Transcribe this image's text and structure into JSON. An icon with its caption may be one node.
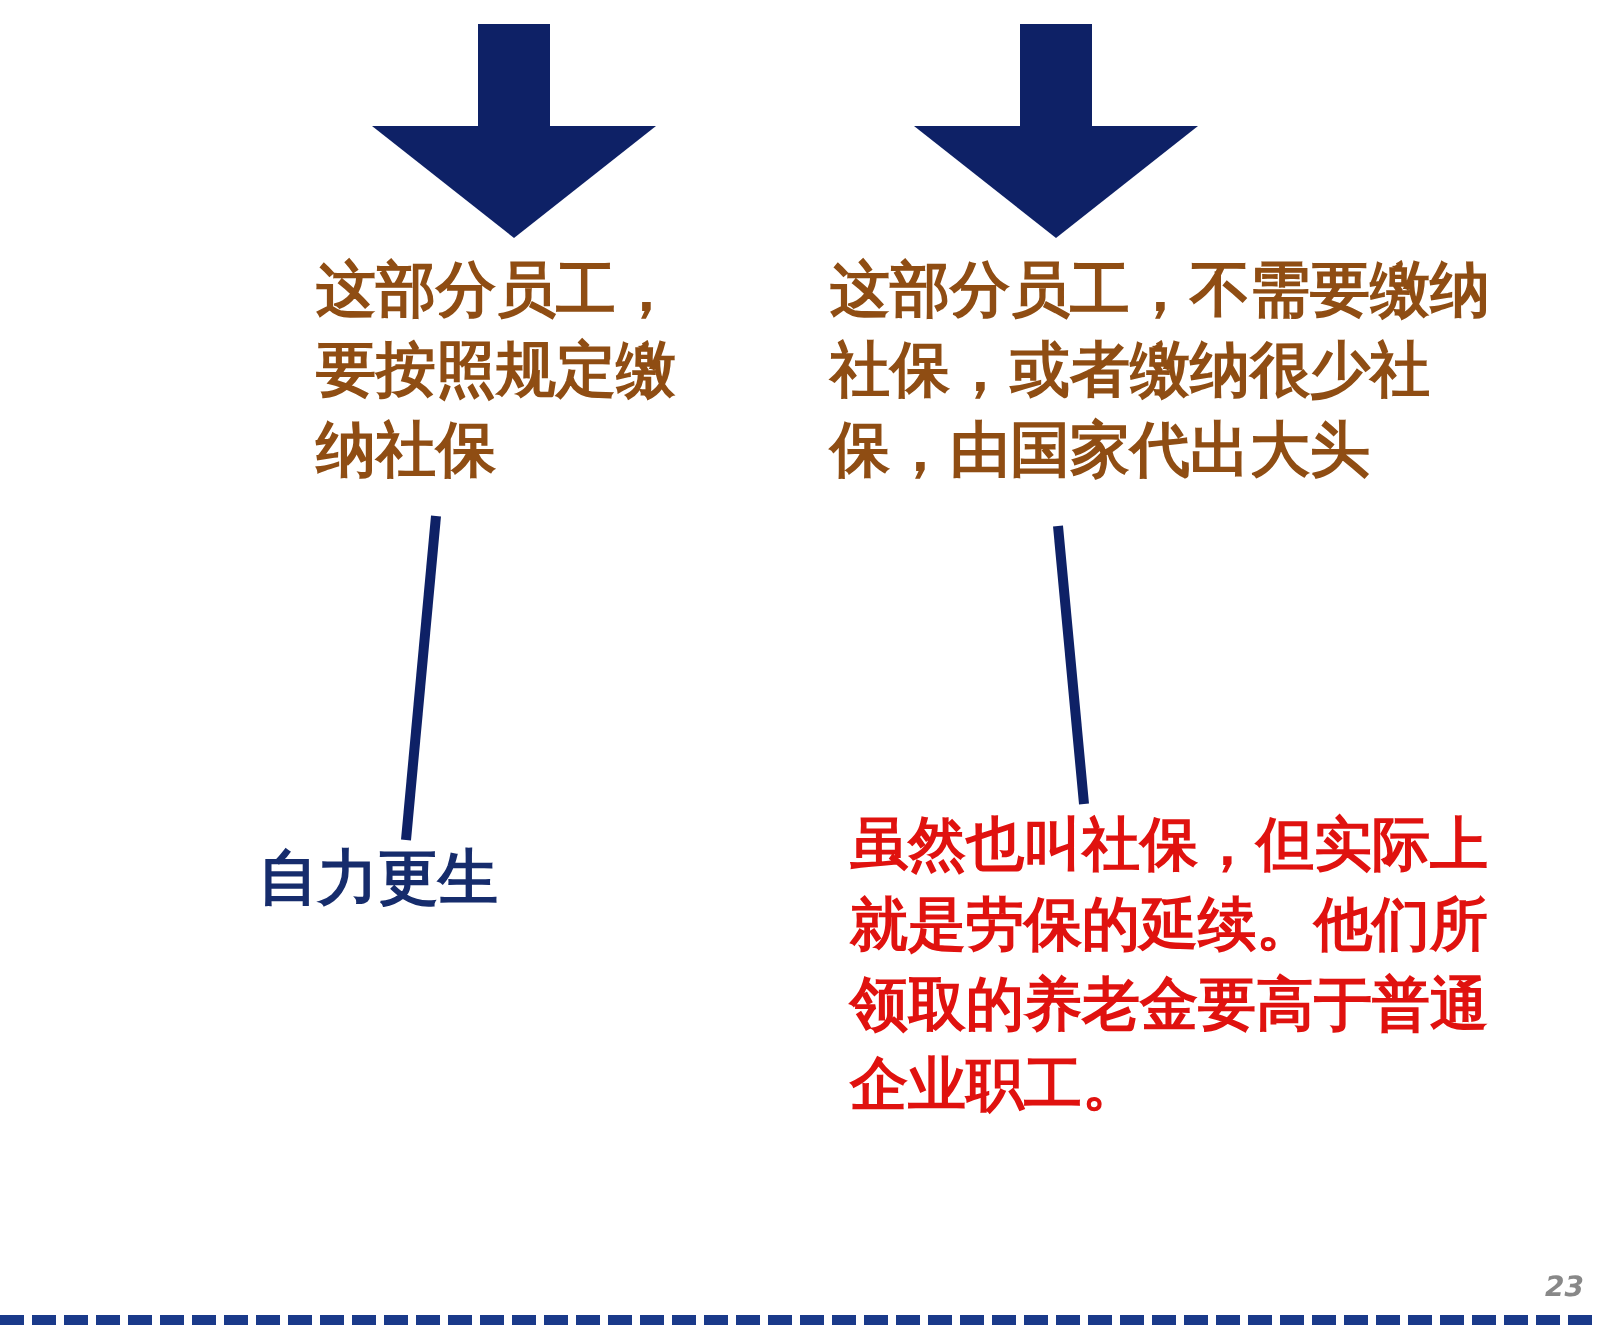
{
  "diagram": {
    "nodes": [
      {
        "text": [
          "这部分员工，要按照规定缴纳社保"
        ]
      },
      {
        "text": [
          "这部分员工，不需要缴纳社保，或者缴纳很少社保，由国家代出大头"
        ]
      },
      {
        "text": [
          "自力更生"
        ]
      },
      {
        "text": [
          "虽然也叫社保，但实际上就是劳保的延续。他们所领取的养老金要高于普通企业职工。"
        ]
      }
    ],
    "edges": [
      {
        "from": null,
        "to": 0,
        "arrow": "to",
        "style": "thick"
      },
      {
        "from": null,
        "to": 1,
        "arrow": "to",
        "style": "thick"
      },
      {
        "from": 0,
        "to": 2,
        "arrow": "none"
      },
      {
        "from": 1,
        "to": 3,
        "arrow": "none"
      }
    ],
    "labels": [
      "23"
    ]
  }
}
